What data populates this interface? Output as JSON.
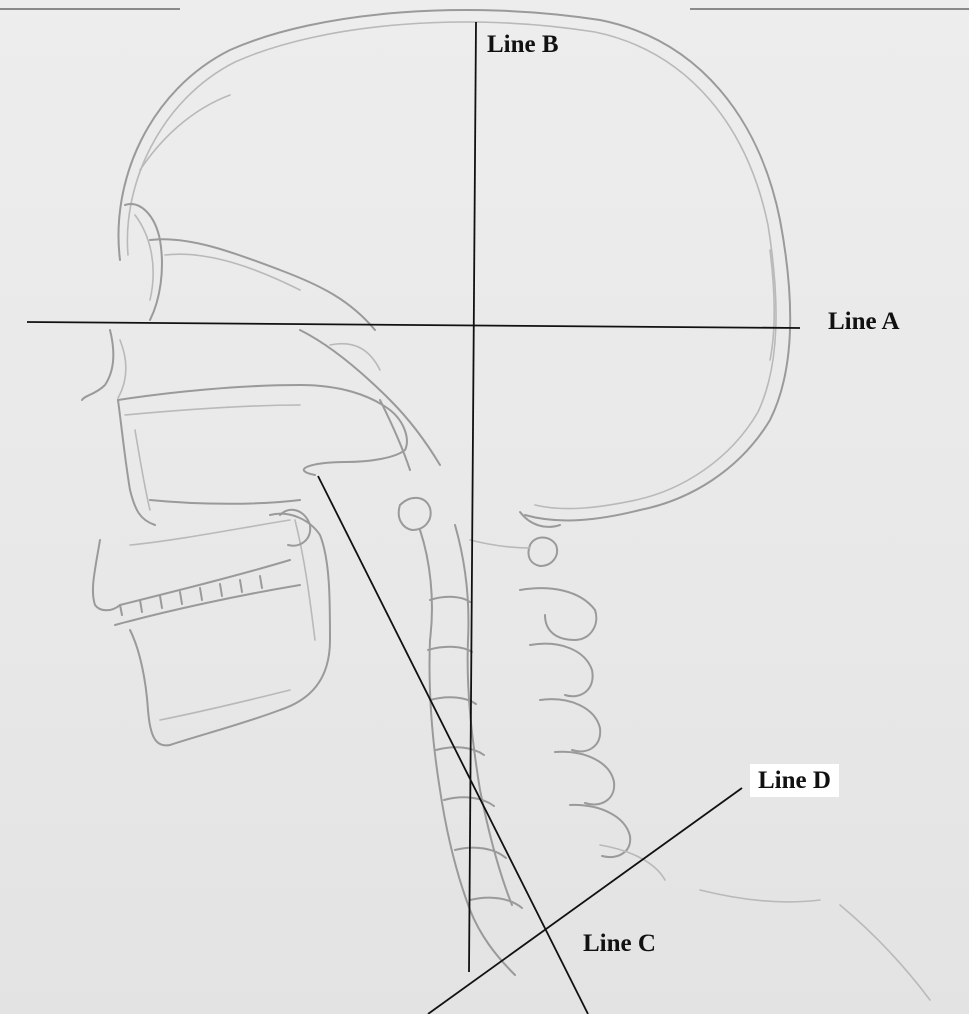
{
  "figure": {
    "labels": {
      "line_a": "Line A",
      "line_b": "Line B",
      "line_c": "Line C",
      "line_d": "Line D"
    },
    "colors": {
      "background": "#ebebeb",
      "reference_line": "#111111",
      "bone_outline": "#9a9a9a",
      "label_box": "#ffffff"
    }
  }
}
